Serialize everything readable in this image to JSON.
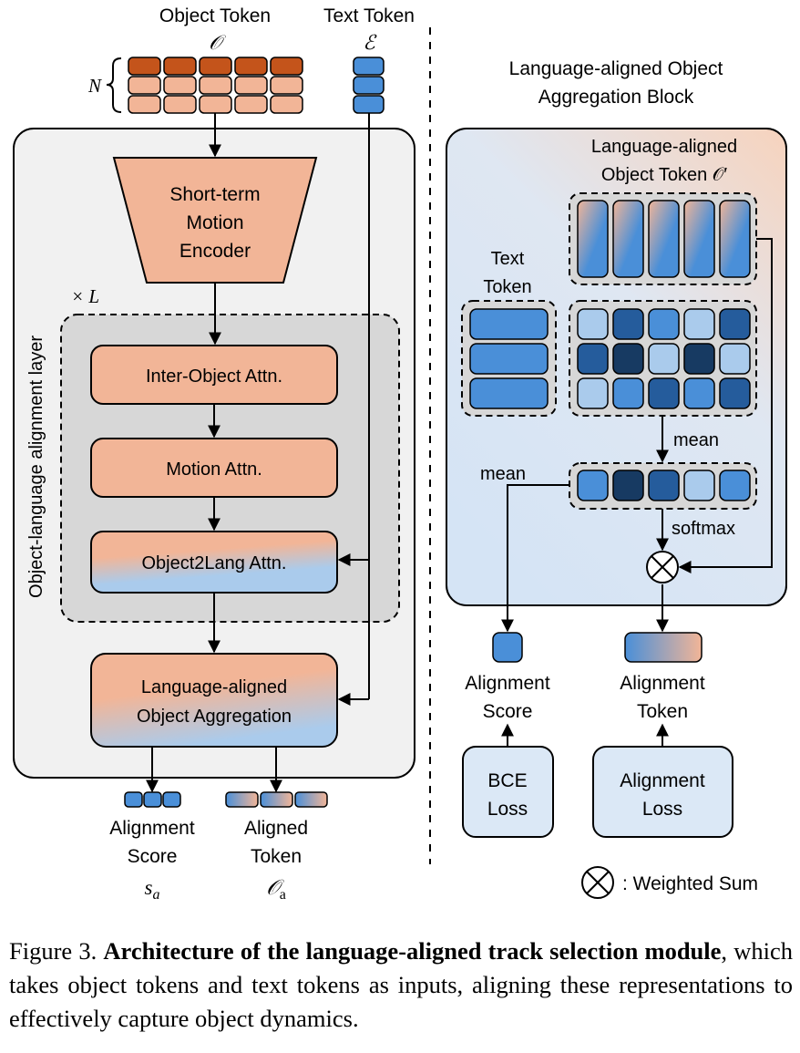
{
  "left_panel": {
    "object_token_label": "Object Token",
    "object_token_symbol": "𝒪",
    "text_token_label": "Text Token",
    "text_token_symbol": "ℰ",
    "n_label": "N",
    "encoder_lines": [
      "Short-term",
      "Motion",
      "Encoder"
    ],
    "repeat_label": "× L",
    "layer_vertical_label": "Object-language alignment layer",
    "inter_object_attn": "Inter-Object Attn.",
    "motion_attn": "Motion Attn.",
    "object2lang_attn": "Object2Lang Attn.",
    "aggregation_lines": [
      "Language-aligned",
      "Object Aggregation"
    ],
    "score_lines": [
      "Alignment",
      "Score"
    ],
    "score_symbol": "s",
    "score_subscript": "a",
    "token_lines": [
      "Aligned",
      "Token"
    ],
    "token_symbol": "𝒪",
    "token_subscript": "a"
  },
  "right_panel": {
    "title_lines": [
      "Language-aligned Object",
      "Aggregation Block"
    ],
    "aligned_token_lines": [
      "Language-aligned",
      "Object Token 𝒪′"
    ],
    "text_token_lines": [
      "Text",
      "Token"
    ],
    "mean_right": "mean",
    "mean_left": "mean",
    "softmax": "softmax",
    "alignment_score_lines": [
      "Alignment",
      "Score"
    ],
    "alignment_token_lines": [
      "Alignment",
      "Token"
    ],
    "bce_loss_lines": [
      "BCE",
      "Loss"
    ],
    "alignment_loss_lines": [
      "Alignment",
      "Loss"
    ],
    "legend_text": ": Weighted Sum"
  },
  "colors": {
    "orange_dark": "#c4541b",
    "orange_light": "#f2b597",
    "blue": "#4a8fd8",
    "blue_light": "#aacbec",
    "blue_dark": "#255c9c",
    "blue_darker": "#173a62"
  },
  "caption": {
    "prefix": "Figure 3.  ",
    "bold": "Architecture of the language-aligned track selection module",
    "rest": ", which takes object tokens and text tokens as inputs, aligning these representations to effectively capture object dynamics."
  }
}
